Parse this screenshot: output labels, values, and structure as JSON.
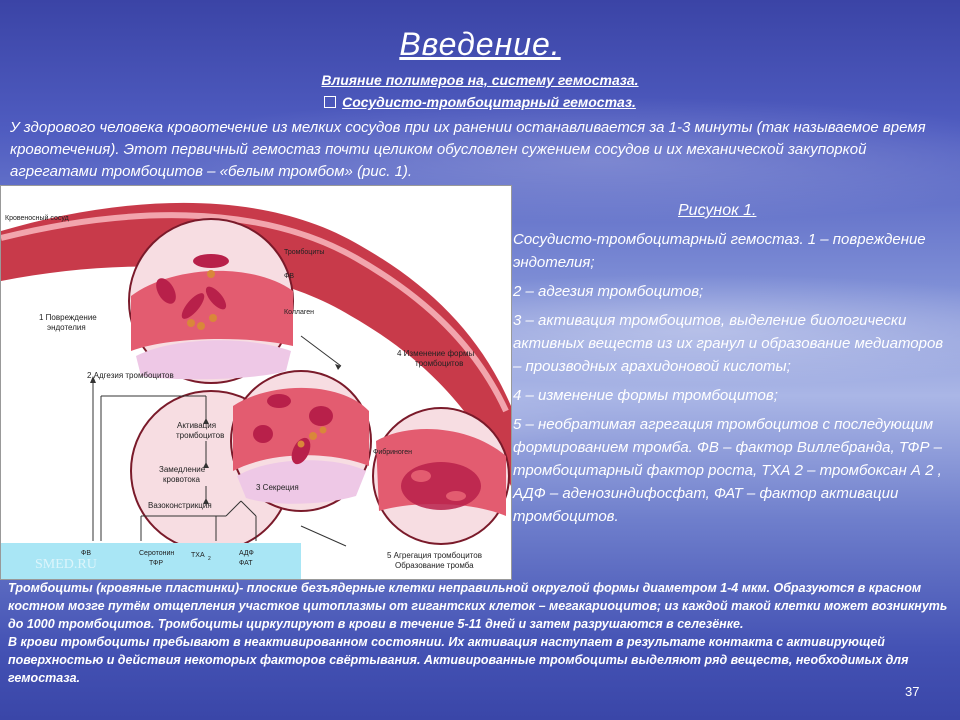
{
  "title": "Введение.",
  "subtitle": "Влияние полимеров на, систему гемостаза.",
  "subheading": "Сосудисто-тромбоцитарный гемостаз.",
  "intro": "У здорового человека кровотечение из мелких сосудов при их ранении останавливается за 1-3 минуты (так называемое время кровотечения). Этот первичный гемостаз почти целиком обусловлен сужением сосудов и их механической закупоркой агрегатами тромбоцитов – «белым тромбом» (рис. 1).",
  "figure": {
    "vessel_label": "Кровеносный сосуд",
    "labels": {
      "platelets": "Тромбоциты",
      "vwf": "ФВ",
      "collagen": "Коллаген",
      "step1_line1": "1 Повреждение",
      "step1_line2": "эндотелия",
      "step2": "2 Адгезия тромбоцитов",
      "activation_line1": "Активация",
      "activation_line2": "тромбоцитов",
      "slowing_line1": "Замедление",
      "slowing_line2": "кровотока",
      "vasoconstriction": "Вазоконстрикция",
      "step3": "3 Секреция",
      "step4_line1": "4 Изменение формы",
      "step4_line2": "тромбоцитов",
      "fibrinogen": "Фибриноген",
      "step5_line1": "5 Агрегация тромбоцитов",
      "step5_line2": "Образование тромба",
      "box_fv": "ФВ",
      "box_serotonin": "Серотонин",
      "box_tfr": "ТФР",
      "box_txa": "ТХА",
      "box_txa_sub": "2",
      "box_adf": "АДФ",
      "box_fat": "ФАТ"
    },
    "watermark": "SMED.RU"
  },
  "figure_title": "Рисунок 1.",
  "legend": [
    "Сосудисто-тромбоцитарный гемостаз. 1 – повреждение эндотелия;",
    "2 – адгезия тромбоцитов;",
    "3 – активация тромбоцитов, выделение биологически активных веществ из их гранул и образование медиаторов – производных арахидоновой кислоты;",
    "4 – изменение формы тромбоцитов;",
    "5 – необратимая агрегация тромбоцитов с последующим формированием тромба. ФВ – фактор Виллебранда, ТФР – тромбоцитарный фактор роста, ТХА 2 – тромбоксан А 2 , АДФ – аденозиндифосфат, ФАТ – фактор активации тромбоцитов."
  ],
  "bottom": [
    "Тромбоциты (кровяные пластинки)- плоские безъядерные клетки неправильной округлой формы диаметром 1-4 мкм. Образуются в красном костном мозге путём отщепления участков цитоплазмы от гигантских клеток – мегакариоцитов; из каждой такой клетки может возникнуть до 1000 тромбоцитов. Тромбоциты циркулируют в крови в течение 5-11 дней и затем разрушаются в селезёнке.",
    "В крови тромбоциты пребывают в неактивированном состоянии. Их активация наступает в результате контакта с активирующей поверхностью и действия некоторых факторов свёртывания. Активированные тромбоциты выделяют ряд веществ, необходимых для гемостаза."
  ],
  "page_number": "37",
  "colors": {
    "vessel": "#c83a4a",
    "vessel_light": "#f2a5ad",
    "platelet": "#b8204a",
    "box": "#a9e6f5",
    "text": "#ffffff"
  }
}
